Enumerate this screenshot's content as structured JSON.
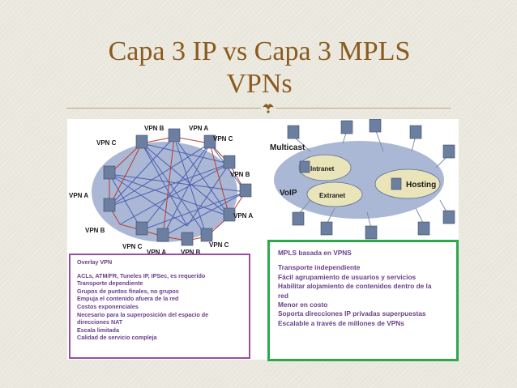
{
  "slide": {
    "title_line1": "Capa 3 IP vs Capa 3 MPLS",
    "title_line2": "VPNs",
    "bullet_icon": "bird-ornament-icon"
  },
  "diagram_left": {
    "labels": {
      "vpn_b_top": "VPN B",
      "vpn_a_top": "VPN A",
      "vpn_c_topleft": "VPN C",
      "vpn_c_topright": "VPN C",
      "vpn_b_right": "VPN B",
      "vpn_a_left": "VPN A",
      "vpn_a_right": "VPN A",
      "vpn_b_left": "VPN B",
      "vpn_c_bottomleft": "VPN C",
      "vpn_c_bottomright": "VPN C",
      "vpn_a_bottom": "VPN A",
      "vpn_b_bottom": "VPN B"
    }
  },
  "diagram_right": {
    "labels": {
      "multicast": "Multicast",
      "voip": "VoIP",
      "intranet": "Intranet",
      "extranet": "Extranet",
      "hosting": "Hosting"
    }
  },
  "overlay_box": {
    "heading": "Overlay VPN",
    "items": [
      "ACLs, ATM/FR, Tuneles IP, IPSec, es requerido",
      "Transporte dependiente",
      "Grupos de puntos finales, no grupos",
      "Empuja el contenido afuera de la red",
      "Costos exponenciales",
      "Necesario para la superposición del espacio de",
      "direcciones NAT",
      "Escala limitada",
      "Calidad de servicio compleja"
    ]
  },
  "mpls_box": {
    "heading": "MPLS basada en VPNS",
    "items": [
      "Transporte independiente",
      "Fácil agrupamiento de usuarios y servicios",
      "Habilitar alojamiento de contenidos dentro de la",
      "red",
      "Menor en costo",
      "Soporta direcciones IP privadas superpuestas",
      "Escalable a través de millones de VPNs"
    ]
  },
  "colors": {
    "title": "#8a5a1e",
    "overlay_border": "#9a4da0",
    "mpls_border": "#2ea84d",
    "box_text": "#6b3f8a",
    "cloud": "#aab8d6"
  }
}
